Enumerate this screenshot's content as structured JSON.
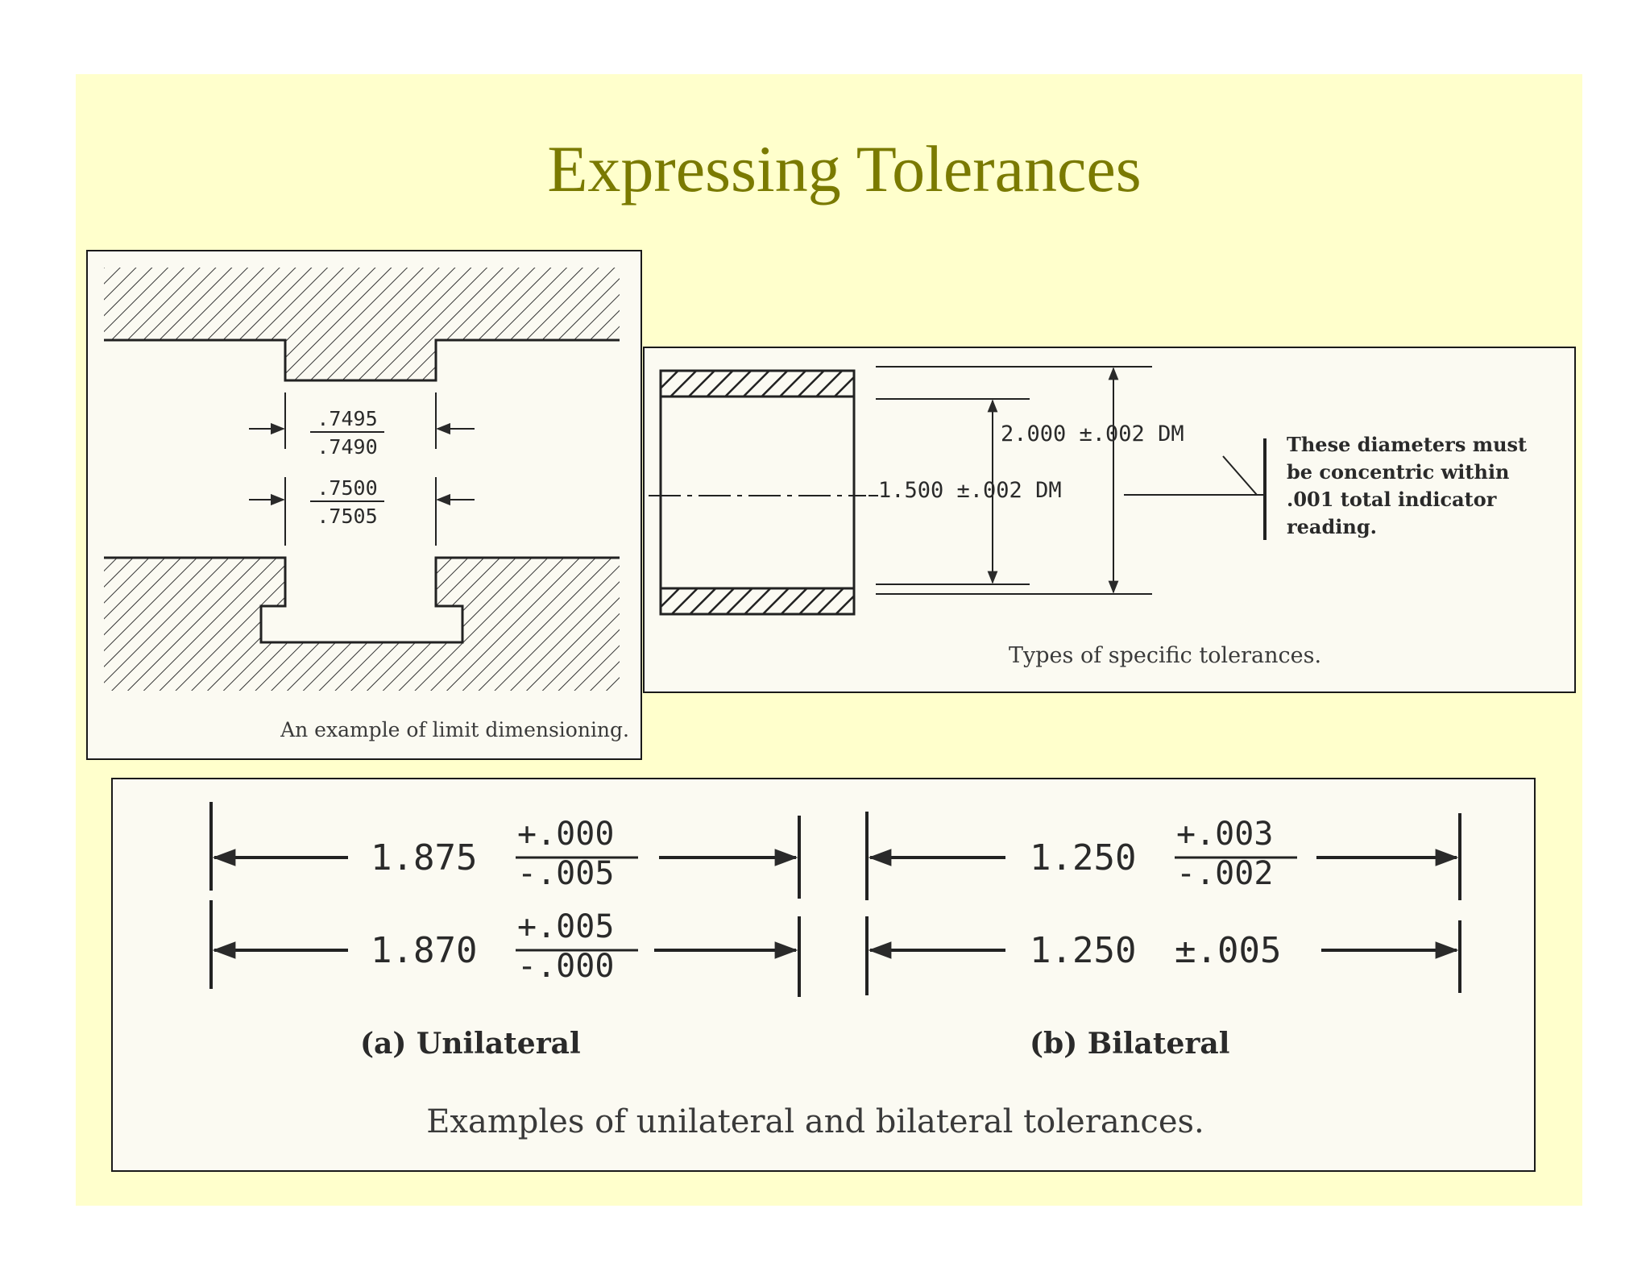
{
  "slide": {
    "title": "Expressing Tolerances",
    "colors": {
      "background": "#ffffcc",
      "title": "#7a7a00",
      "figure_paper": "#fbfaf2",
      "ink": "#2a2a2a"
    }
  },
  "limit_figure": {
    "upper_high": ".7495",
    "upper_low": ".7490",
    "lower_high": ".7500",
    "lower_low": ".7505",
    "caption": "An example of limit dimensioning."
  },
  "specific_figure": {
    "outer_dim": "2.000 ±.002 DM",
    "inner_dim": "1.500 ±.002 DM",
    "note_lines": [
      "These diameters must",
      "be concentric within",
      ".001 total indicator",
      "reading."
    ],
    "caption": "Types of specific tolerances."
  },
  "tolerance_figure": {
    "unilateral": {
      "row1": {
        "value": "1.875",
        "plus": "+.000",
        "minus": "-.005"
      },
      "row2": {
        "value": "1.870",
        "plus": "+.005",
        "minus": "-.000"
      },
      "label": "(a) Unilateral"
    },
    "bilateral": {
      "row1": {
        "value": "1.250",
        "plus": "+.003",
        "minus": "-.002"
      },
      "row2": {
        "value": "1.250",
        "pm": "±.005"
      },
      "label": "(b) Bilateral"
    },
    "caption": "Examples of unilateral and bilateral tolerances."
  }
}
